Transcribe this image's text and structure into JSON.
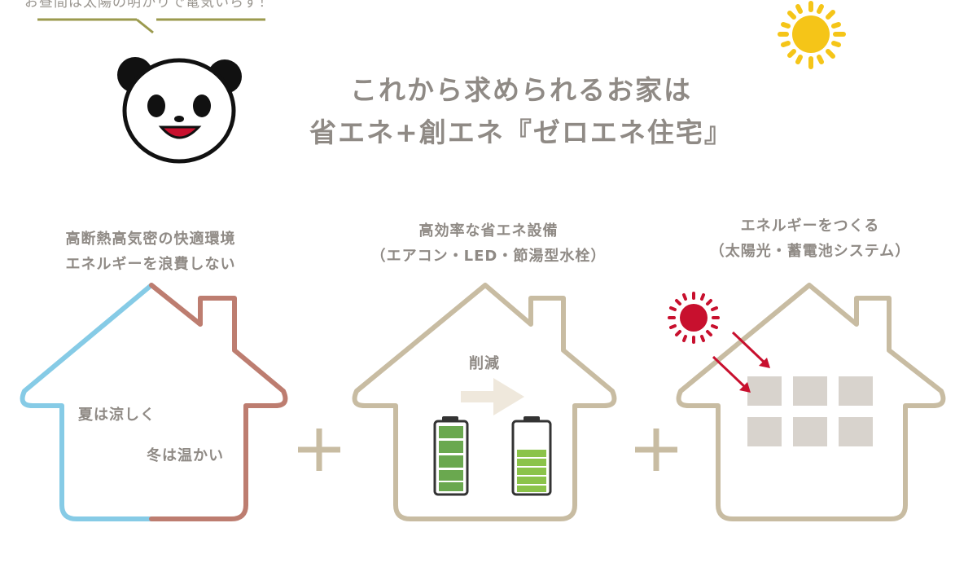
{
  "top_caption": "お昼間は太陽の明かりで電気いらず！",
  "heading": {
    "line1": "これから求められるお家は",
    "line2": "省エネ+創エネ『ゼロエネ住宅』"
  },
  "sections": [
    {
      "label_line1": "高断熱高気密の快適環境",
      "label_line2": "エネルギーを浪費しない",
      "inner_1": "夏は涼しく",
      "inner_2": "冬は温かい"
    },
    {
      "label_line1": "高効率な省エネ設備",
      "label_line2": "（エアコン・LED・節湯型水栓）",
      "inner_1": "削減"
    },
    {
      "label_line1": "エネルギーをつくる",
      "label_line2": "（太陽光・蓄電池システム）"
    }
  ],
  "plus_sign": "+",
  "colors": {
    "cool": "#86cbe6",
    "warm": "#bd7d70",
    "house": "#c8bca2",
    "sun": "#f5c518",
    "red_sun": "#c8102e",
    "battery_green": "#6aa84f",
    "battery_bright": "#8bc34a"
  }
}
